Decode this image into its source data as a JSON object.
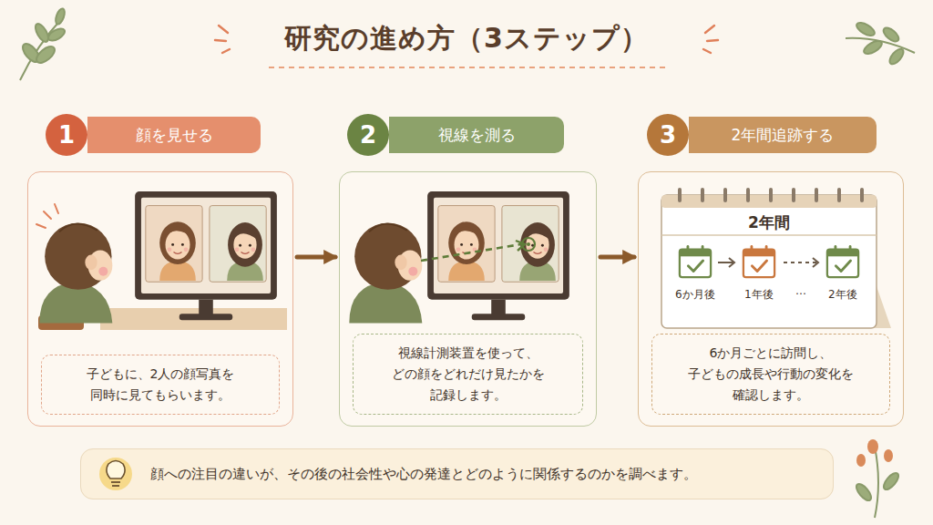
{
  "diagram": {
    "title": "研究の進め方（3ステップ）",
    "nodes": [
      {
        "text": [
          "1"
        ]
      },
      {
        "text": [
          "顔を見せる"
        ]
      },
      {
        "text": [
          "子どもに、2人の顔写真を 同時に見てもらいます。"
        ]
      },
      {
        "text": [
          "2"
        ]
      },
      {
        "text": [
          "視線を測る"
        ]
      },
      {
        "text": [
          "視線計測装置を使って、 どの顔をどれだけ見たかを 記録します。"
        ]
      },
      {
        "text": [
          "3"
        ]
      },
      {
        "text": [
          "2年間追跡する"
        ]
      },
      {
        "text": [
          "6か月ごとに訪問し、 子どもの成長や行動の変化を 確認します。"
        ]
      },
      {
        "text": [
          "顔への注目の違いが、その後の社会性や心の発達とどのように関係するのかを調べます。"
        ]
      }
    ],
    "edges": [
      {
        "from": 2,
        "to": 5,
        "arrow": "to"
      },
      {
        "from": 5,
        "to": 8,
        "arrow": "to"
      }
    ],
    "labels": [
      "2年間",
      "6か月後",
      "1年後",
      "…",
      "2年後"
    ]
  }
}
